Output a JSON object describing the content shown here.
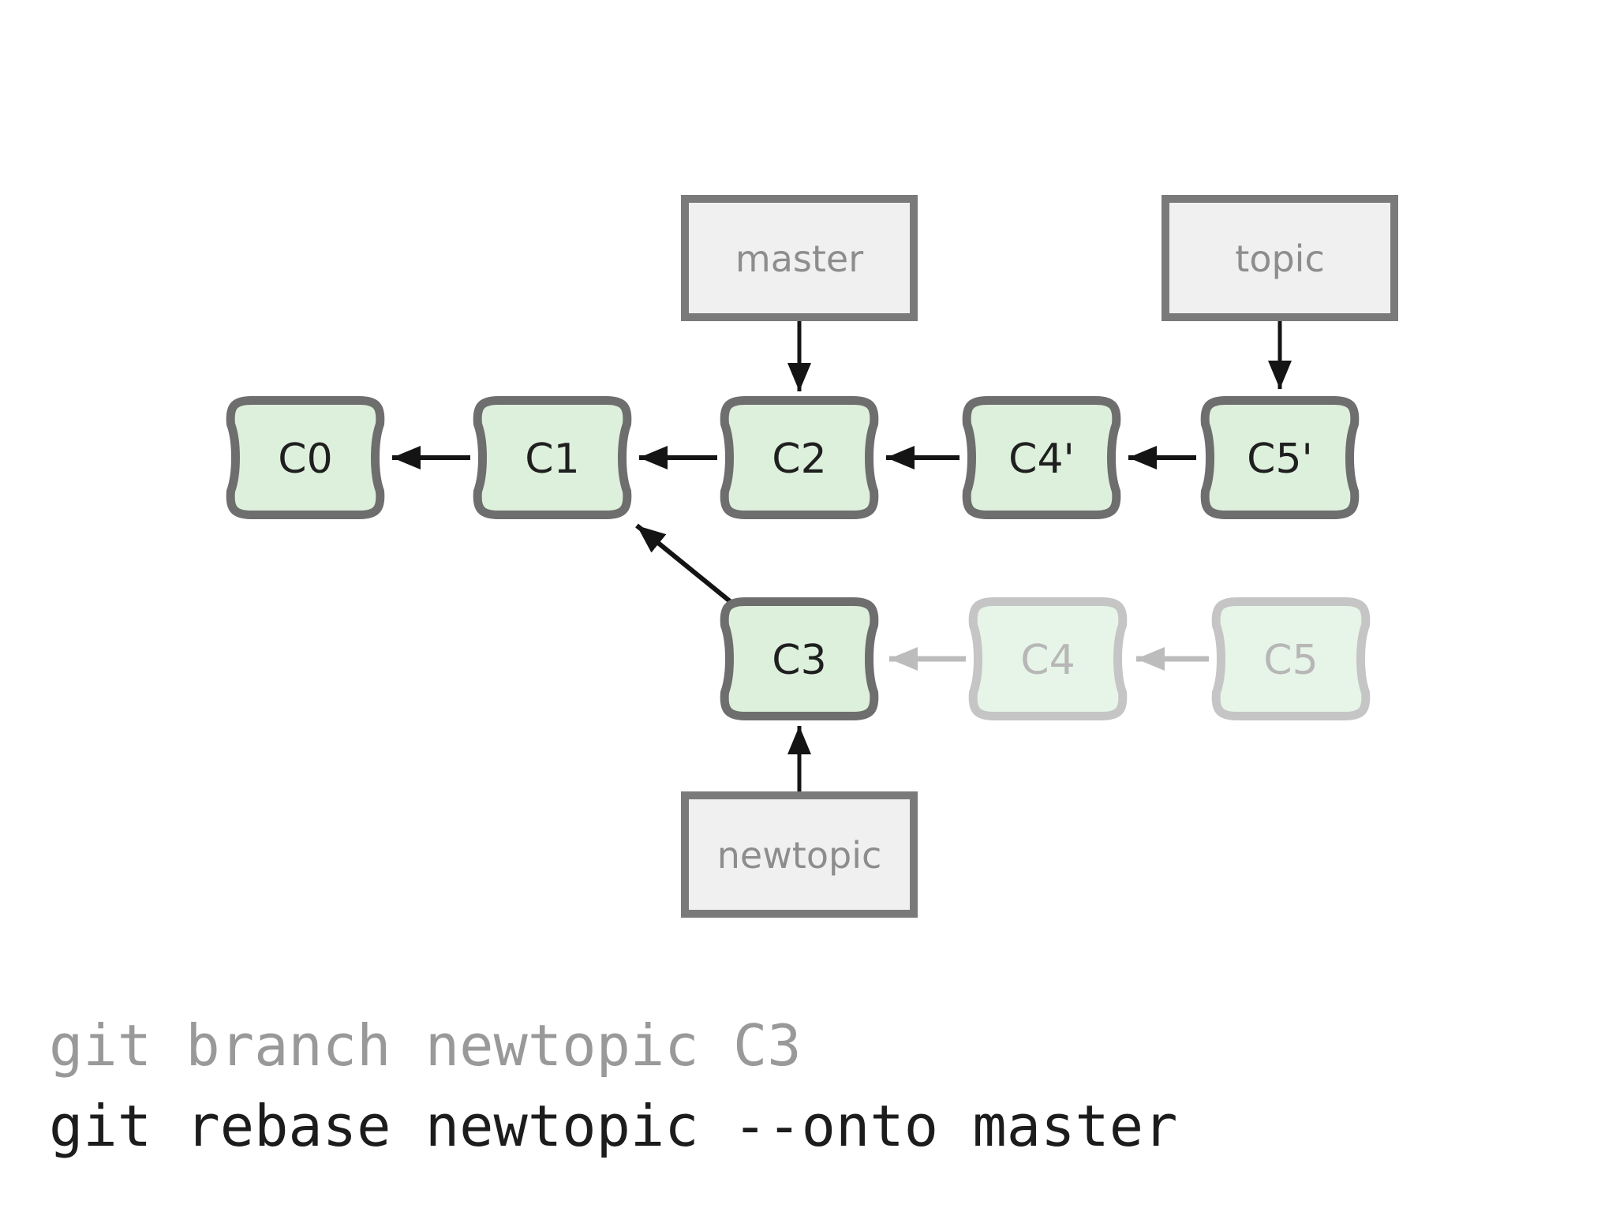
{
  "diagram": {
    "title_hint": "git rebase --onto example graph",
    "commits": [
      {
        "id": "C0",
        "label": "C0",
        "state": "normal"
      },
      {
        "id": "C1",
        "label": "C1",
        "state": "normal"
      },
      {
        "id": "C2",
        "label": "C2",
        "state": "normal"
      },
      {
        "id": "C4p",
        "label": "C4'",
        "state": "normal"
      },
      {
        "id": "C5p",
        "label": "C5'",
        "state": "normal"
      },
      {
        "id": "C3",
        "label": "C3",
        "state": "normal"
      },
      {
        "id": "C4",
        "label": "C4",
        "state": "faded"
      },
      {
        "id": "C5",
        "label": "C5",
        "state": "faded"
      }
    ],
    "branches": [
      {
        "label": "master",
        "points_to": "C2"
      },
      {
        "label": "topic",
        "points_to": "C5'"
      },
      {
        "label": "newtopic",
        "points_to": "C3"
      }
    ],
    "edges": [
      {
        "from": "C1",
        "to": "C0",
        "style": "solid"
      },
      {
        "from": "C2",
        "to": "C1",
        "style": "solid"
      },
      {
        "from": "C4'",
        "to": "C2",
        "style": "solid"
      },
      {
        "from": "C5'",
        "to": "C4'",
        "style": "solid"
      },
      {
        "from": "C3",
        "to": "C1",
        "style": "solid"
      },
      {
        "from": "C4",
        "to": "C3",
        "style": "faded"
      },
      {
        "from": "C5",
        "to": "C4",
        "style": "faded"
      },
      {
        "from": "master",
        "to": "C2",
        "style": "pointer"
      },
      {
        "from": "topic",
        "to": "C5'",
        "style": "pointer"
      },
      {
        "from": "newtopic",
        "to": "C3",
        "style": "pointer"
      }
    ],
    "colors": {
      "background": "#ffffff",
      "node-fill": "#ddf0dc",
      "node-stroke": "#6e6e6e",
      "node-text": "#1f1f1f",
      "faded-fill": "#e6f5e7",
      "faded-stroke": "#c5c5c5",
      "faded-text": "#b7b7b7",
      "faded-arrow": "#bcbcbc",
      "label-fill": "#f1f0f1",
      "label-stroke": "#7a7a7a",
      "label-text": "#8d8d8d",
      "arrow": "#141414",
      "cmd-gray": "#999999",
      "cmd-black": "#1c1c1c"
    }
  },
  "commands": {
    "line1": "git branch newtopic C3",
    "line2": "git rebase newtopic --onto master"
  }
}
